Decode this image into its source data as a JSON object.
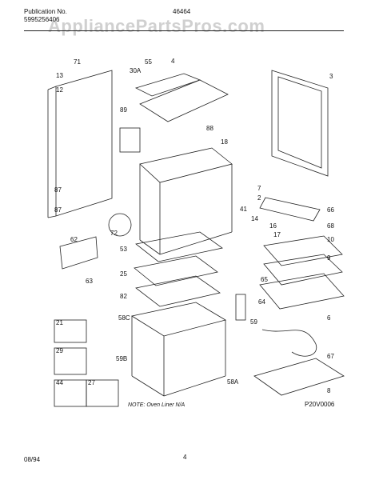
{
  "header": {
    "publication_label": "Publication No.",
    "publication_no": "5995256406",
    "model": "46464",
    "watermark": "AppliancePartsPros.com"
  },
  "labels": {
    "p71": "71",
    "p55": "55",
    "p4": "4",
    "p30a": "30A",
    "p3": "3",
    "p13": "13",
    "p12": "12",
    "p89": "89",
    "p88": "88",
    "p18": "18",
    "p87a": "87",
    "p87b": "87",
    "p72": "72",
    "p62": "62",
    "p63": "63",
    "p7": "7",
    "p2": "2",
    "p41": "41",
    "p14": "14",
    "p16": "16",
    "p17": "17",
    "p66": "66",
    "p68": "68",
    "p53": "53",
    "p10": "10",
    "p9": "9",
    "p25": "25",
    "p82": "82",
    "p65": "65",
    "p64": "64",
    "p6": "6",
    "p58c": "58C",
    "p59": "59",
    "p21": "21",
    "p29": "29",
    "p59b": "59B",
    "p44": "44",
    "p27": "27",
    "p58a": "58A",
    "p67": "67",
    "p8": "8"
  },
  "note": "NOTE: Oven Liner N/A",
  "diagram_code": "P20V0006",
  "footer": {
    "date": "08/94",
    "page": "4"
  }
}
